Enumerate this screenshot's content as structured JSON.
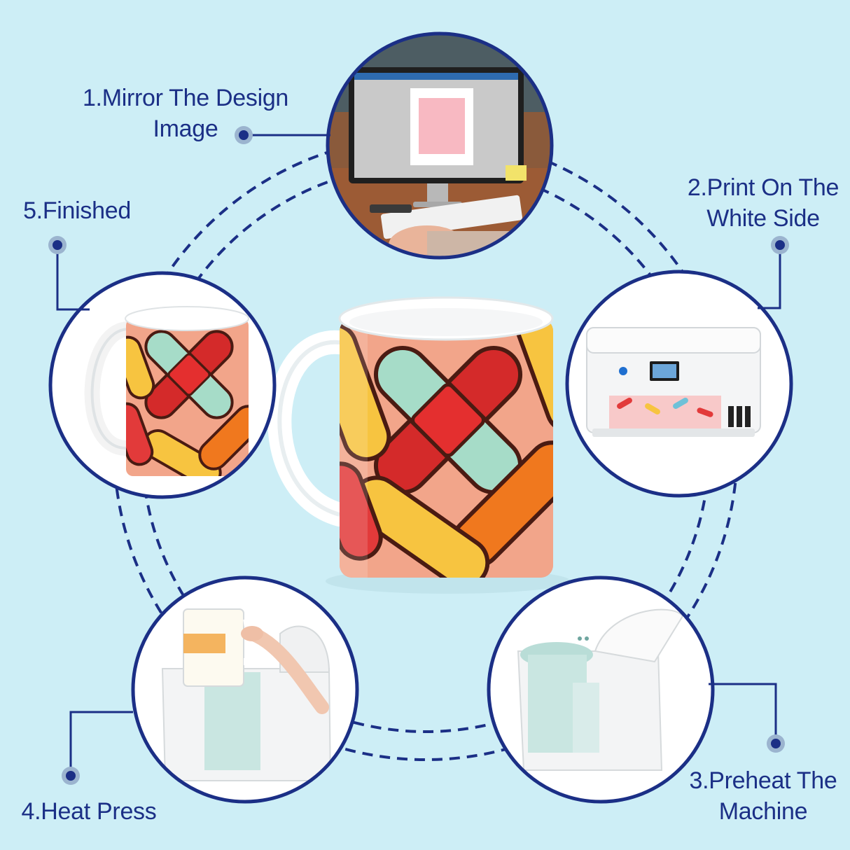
{
  "steps": [
    {
      "label": "1.Mirror The Design Image"
    },
    {
      "label": "2.Print On The White Side"
    },
    {
      "label": "3.Preheat The Machine"
    },
    {
      "label": "4.Heat Press"
    },
    {
      "label": "5.Finished"
    }
  ],
  "colors": {
    "background": "#cdeef6",
    "accent": "#1b2f86",
    "mug_pattern": "#f2a58a"
  }
}
